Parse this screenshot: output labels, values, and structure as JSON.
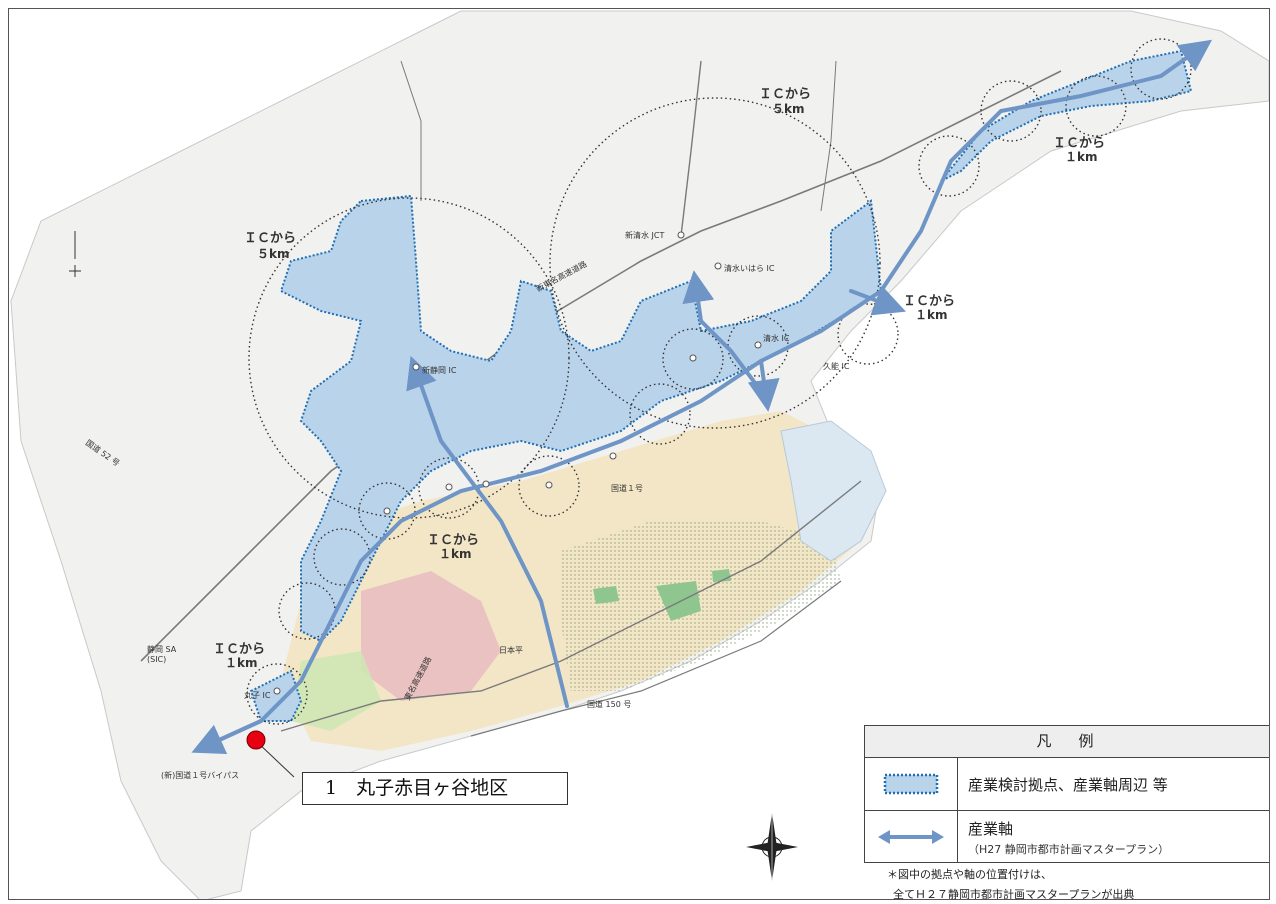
{
  "callout": {
    "text": "1　丸子赤目ヶ谷地区"
  },
  "legend": {
    "title": "凡　例",
    "items": [
      {
        "label": "産業検討拠点、産業軸周辺 等",
        "sub": ""
      },
      {
        "label": "産業軸",
        "sub": "（H27 静岡市都市計画マスタープラン）"
      }
    ]
  },
  "note": {
    "line1": "＊図中の拠点や軸の位置付けは、",
    "line2": "全てＨ２７静岡市都市計画マスタープランが出典"
  },
  "ring_labels": {
    "west_5km_a": "ＩＣから",
    "west_5km_b": "５km",
    "north_5km_a": "ＩＣから",
    "north_5km_b": "５km",
    "ne_1km_a": "ＩＣから",
    "ne_1km_b": "１km",
    "east_1km_a": "ＩＣから",
    "east_1km_b": "１km",
    "center_1km_a": "ＩＣから",
    "center_1km_b": "１km",
    "sw_1km_a": "ＩＣから",
    "sw_1km_b": "１km"
  },
  "places": {
    "shin_shimizu_jct": "新清水 JCT",
    "shimizu_ihara_ic": "清水いはら IC",
    "shin_shizuoka_ic": "新静岡 IC",
    "shimizu_ic": "清水 IC",
    "shizuoka_sa": "静岡 SA",
    "sic": "(SIC)",
    "mariko_ic": "丸子 IC",
    "kuno_ic": "久能 IC",
    "nihondaira": "日本平",
    "kokudo_1": "国道１号",
    "kokudo_150": "国道 150 号",
    "bypass": "(新)国道１号バイパス",
    "kokudo_52": "国道 52 号",
    "shintomei": "新東名高速道路",
    "tomei": "東名高速道路"
  },
  "colors": {
    "zone_fill": "#b9d3ea",
    "zone_border": "#1f6fb4",
    "axis": "#6e95c6",
    "marker": "#e60012"
  },
  "icons": [
    "north-arrow-icon",
    "compass-rose-icon",
    "location-marker-icon"
  ]
}
